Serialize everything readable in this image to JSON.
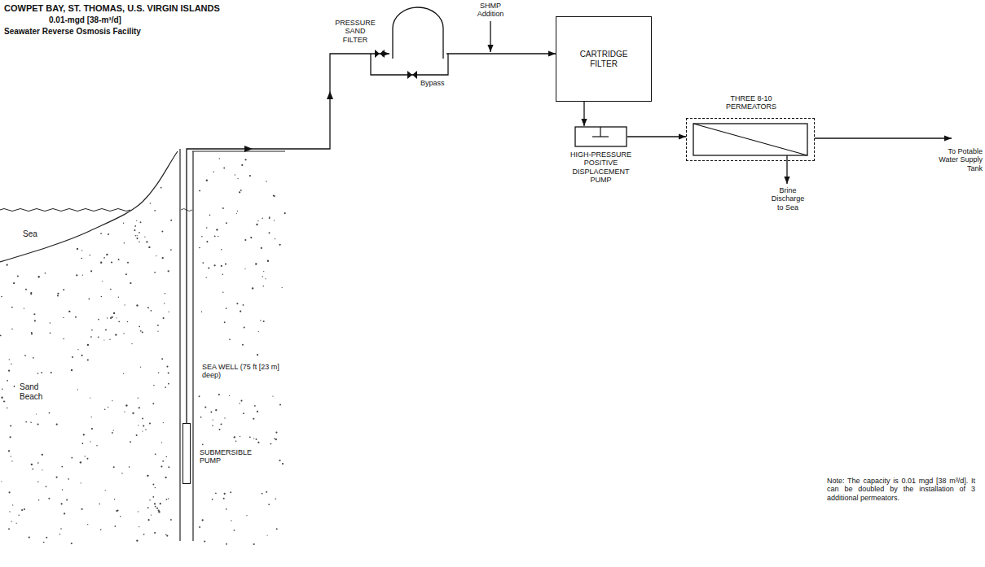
{
  "diagram": {
    "title": "COWPET BAY, ST. THOMAS, U.S. VIRGIN ISLANDS",
    "nodes": [
      {
        "text": [
          "SUBMERSIBLE PUMP"
        ]
      },
      {
        "text": [
          "PRESSURE SAND FILTER"
        ]
      },
      {
        "text": [
          "CARTRIDGE FILTER"
        ]
      },
      {
        "text": [
          "HIGH-PRESSURE POSITIVE DISPLACEMENT PUMP"
        ]
      },
      {
        "text": [
          "THREE 8-10 PERMEATORS"
        ]
      }
    ],
    "edges": [
      {
        "from": 0,
        "to": 1,
        "arrow": "to"
      },
      {
        "from": 1,
        "to": 2,
        "arrow": "to"
      },
      {
        "from": 2,
        "to": 3,
        "arrow": "to"
      },
      {
        "from": 3,
        "to": 4,
        "arrow": "to"
      }
    ],
    "labels": [
      "0.01-mgd [38-m³/d]",
      "Seawater Reverse Osmosis Facility",
      "SHMP Addition",
      "Bypass",
      "To Potable Water Supply Tank",
      "Brine Discharge to Sea",
      "Sea",
      "Sand Beach",
      "SEA WELL (75 ft [23 m] deep)",
      "Note: The capacity is 0.01 mgd [38 m³/d]. It can be doubled by the installation of 3 additional permeators."
    ]
  }
}
